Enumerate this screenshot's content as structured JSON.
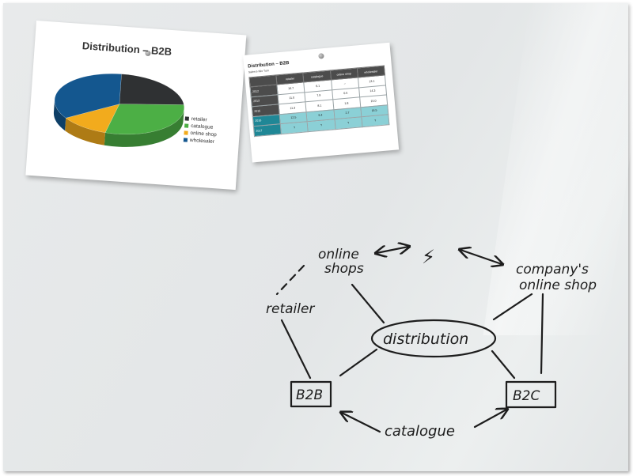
{
  "chart_card": {
    "title": "Distribution – B2B",
    "legend": [
      {
        "label": "retailer",
        "color": "#2f3133"
      },
      {
        "label": "catalogue",
        "color": "#4caf45"
      },
      {
        "label": "online shop",
        "color": "#f2ab1d"
      },
      {
        "label": "wholesaler",
        "color": "#14578f"
      }
    ]
  },
  "chart_data": {
    "type": "pie",
    "title": "Distribution – B2B",
    "labels": [
      "retailer",
      "catalogue",
      "online shop",
      "wholesaler"
    ],
    "values": [
      23,
      30,
      12,
      35
    ],
    "colors": [
      "#2f3133",
      "#4caf45",
      "#f2ab1d",
      "#14578f"
    ]
  },
  "table_card": {
    "title": "Distribution – B2B",
    "subtitle": "Sales 6 Mio Turn",
    "headers": [
      "",
      "retailer",
      "catalogue",
      "online shop",
      "wholesaler"
    ],
    "rows": [
      [
        "2012",
        "10.7",
        "6.1",
        "–",
        "13.1"
      ],
      [
        "2013",
        "11.0",
        "7.9",
        "0.5",
        "14.3"
      ],
      [
        "2015",
        "11.3",
        "8.1",
        "1.8",
        "15.0"
      ],
      [
        "2016",
        "12.5",
        "9.4",
        "2.7",
        "16.5"
      ],
      [
        "2017",
        "?",
        "?",
        "?",
        "?"
      ]
    ]
  },
  "diagram": {
    "nodes": {
      "online_shops_line1": "online",
      "online_shops_line2": "shops",
      "lightning": "⚡",
      "company_line1": "company's",
      "company_line2": "online shop",
      "retailer": "retailer",
      "distribution": "distribution",
      "b2b": "B2B",
      "b2c": "B2C",
      "catalogue": "catalogue"
    },
    "ink_color": "#1d1d1d"
  }
}
